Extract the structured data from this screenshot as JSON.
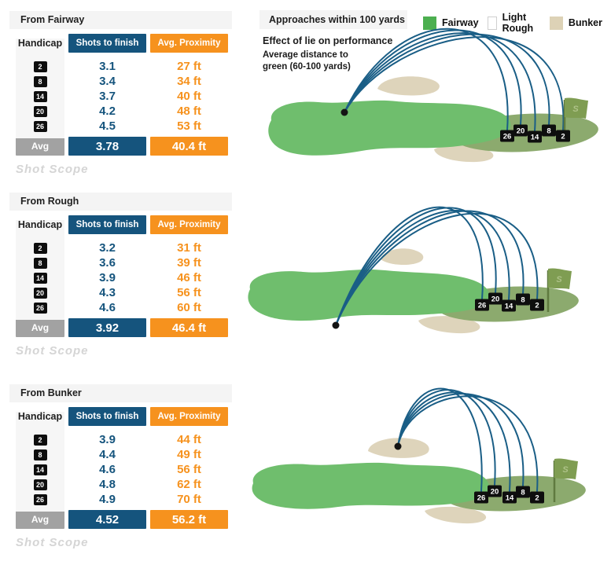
{
  "watermark": "Shot Scope",
  "flag_logo": "S",
  "right_panel": {
    "header": "Approaches within 100 yards",
    "subtitle_bold": "Effect of lie on performance",
    "subtitle_small": "Average distance to green (60-100 yards)"
  },
  "legend": {
    "items": [
      {
        "label": "Fairway",
        "color": "#4caf50"
      },
      {
        "label": "Light Rough",
        "color": "#ffffff"
      },
      {
        "label": "Bunker",
        "color": "#ddd2b6"
      }
    ]
  },
  "table_headers": {
    "handicap": "Handicap",
    "shots": "Shots to finish",
    "proximity": "Avg. Proximity"
  },
  "sections": [
    {
      "title": "From Fairway",
      "rows": [
        {
          "handicap": "2",
          "shots": "3.1",
          "proximity": "27 ft"
        },
        {
          "handicap": "8",
          "shots": "3.4",
          "proximity": "34 ft"
        },
        {
          "handicap": "14",
          "shots": "3.7",
          "proximity": "40 ft"
        },
        {
          "handicap": "20",
          "shots": "4.2",
          "proximity": "48 ft"
        },
        {
          "handicap": "26",
          "shots": "4.5",
          "proximity": "53 ft"
        }
      ],
      "avg": {
        "label": "Avg",
        "shots": "3.78",
        "proximity": "40.4 ft"
      }
    },
    {
      "title": "From Rough",
      "rows": [
        {
          "handicap": "2",
          "shots": "3.2",
          "proximity": "31 ft"
        },
        {
          "handicap": "8",
          "shots": "3.6",
          "proximity": "39 ft"
        },
        {
          "handicap": "14",
          "shots": "3.9",
          "proximity": "46 ft"
        },
        {
          "handicap": "20",
          "shots": "4.3",
          "proximity": "56 ft"
        },
        {
          "handicap": "26",
          "shots": "4.6",
          "proximity": "60 ft"
        }
      ],
      "avg": {
        "label": "Avg",
        "shots": "3.92",
        "proximity": "46.4 ft"
      }
    },
    {
      "title": "From Bunker",
      "rows": [
        {
          "handicap": "2",
          "shots": "3.9",
          "proximity": "44 ft"
        },
        {
          "handicap": "8",
          "shots": "4.4",
          "proximity": "49 ft"
        },
        {
          "handicap": "14",
          "shots": "4.6",
          "proximity": "56 ft"
        },
        {
          "handicap": "20",
          "shots": "4.8",
          "proximity": "62 ft"
        },
        {
          "handicap": "26",
          "shots": "4.9",
          "proximity": "70 ft"
        }
      ],
      "avg": {
        "label": "Avg",
        "shots": "4.52",
        "proximity": "56.2 ft"
      }
    }
  ],
  "illustrations": [
    {
      "lie": "fairway",
      "landing_labels": [
        "26",
        "20",
        "14",
        "8",
        "2"
      ]
    },
    {
      "lie": "rough",
      "landing_labels": [
        "26",
        "20",
        "14",
        "8",
        "2"
      ]
    },
    {
      "lie": "bunker",
      "landing_labels": [
        "26",
        "20",
        "14",
        "8",
        "2"
      ]
    }
  ],
  "colors": {
    "table_blue": "#15547d",
    "table_orange": "#f6921e",
    "avg_gray": "#a2a2a2",
    "handicap_chip": "#0e0e0e",
    "fairway_green": "#6fbe6d",
    "putting_green": "#8caa6e",
    "bunker_sand": "#ded4bb",
    "trajectory": "#1a5e86",
    "flag_green": "#7f9d52",
    "title_bar_bg": "#f4f4f4"
  },
  "chart_data": [
    {
      "type": "table",
      "title": "From Fairway",
      "columns": [
        "Handicap",
        "Shots to finish",
        "Avg. Proximity"
      ],
      "handicaps": [
        2,
        8,
        14,
        20,
        26
      ],
      "series": [
        {
          "name": "Shots to finish",
          "values": [
            3.1,
            3.4,
            3.7,
            4.2,
            4.5
          ]
        },
        {
          "name": "Avg. Proximity (ft)",
          "values": [
            27,
            34,
            40,
            48,
            53
          ]
        }
      ],
      "average": {
        "shots_to_finish": 3.78,
        "avg_proximity_ft": 40.4
      }
    },
    {
      "type": "table",
      "title": "From Rough",
      "columns": [
        "Handicap",
        "Shots to finish",
        "Avg. Proximity"
      ],
      "handicaps": [
        2,
        8,
        14,
        20,
        26
      ],
      "series": [
        {
          "name": "Shots to finish",
          "values": [
            3.2,
            3.6,
            3.9,
            4.3,
            4.6
          ]
        },
        {
          "name": "Avg. Proximity (ft)",
          "values": [
            31,
            39,
            46,
            56,
            60
          ]
        }
      ],
      "average": {
        "shots_to_finish": 3.92,
        "avg_proximity_ft": 46.4
      }
    },
    {
      "type": "table",
      "title": "From Bunker",
      "columns": [
        "Handicap",
        "Shots to finish",
        "Avg. Proximity"
      ],
      "handicaps": [
        2,
        8,
        14,
        20,
        26
      ],
      "series": [
        {
          "name": "Shots to finish",
          "values": [
            3.9,
            4.4,
            4.6,
            4.8,
            4.9
          ]
        },
        {
          "name": "Avg. Proximity (ft)",
          "values": [
            44,
            49,
            56,
            62,
            70
          ]
        }
      ],
      "average": {
        "shots_to_finish": 4.52,
        "avg_proximity_ft": 56.2
      }
    }
  ]
}
